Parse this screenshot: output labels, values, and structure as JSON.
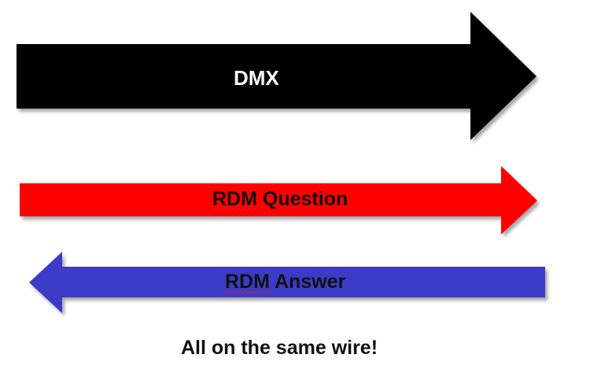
{
  "arrows": [
    {
      "label": "DMX",
      "direction": "right",
      "fill": "#000000",
      "text_color": "#ffffff"
    },
    {
      "label_first": "RDM",
      "label_rest": " Question",
      "direction": "right",
      "fill": "#ff0000",
      "text_color": "#111111"
    },
    {
      "label_first": "RDM",
      "label_rest": " Answer",
      "direction": "left",
      "fill": "#3b3bc8",
      "text_color": "#111111"
    }
  ],
  "caption": "All on the same wire!",
  "colors": {
    "background": "#ffffff",
    "spellcheck_underline": "#d02020"
  }
}
